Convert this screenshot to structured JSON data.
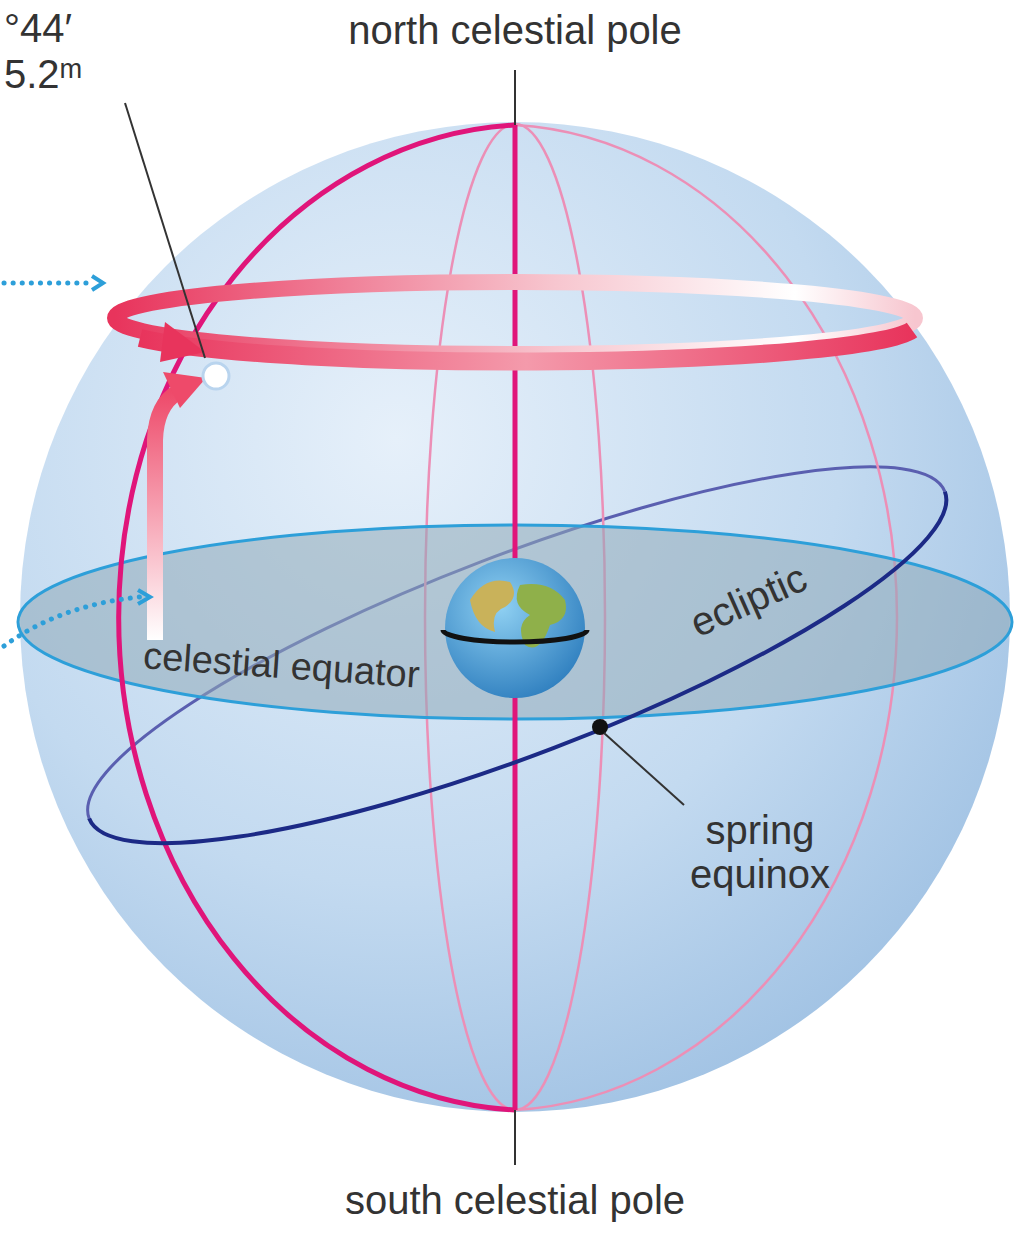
{
  "diagram": {
    "labels": [
      "north celestial pole",
      "°44′",
      "5.2ᵐ",
      "celestial equator",
      "ecliptic",
      "spring equinox",
      "south celestial pole"
    ]
  }
}
